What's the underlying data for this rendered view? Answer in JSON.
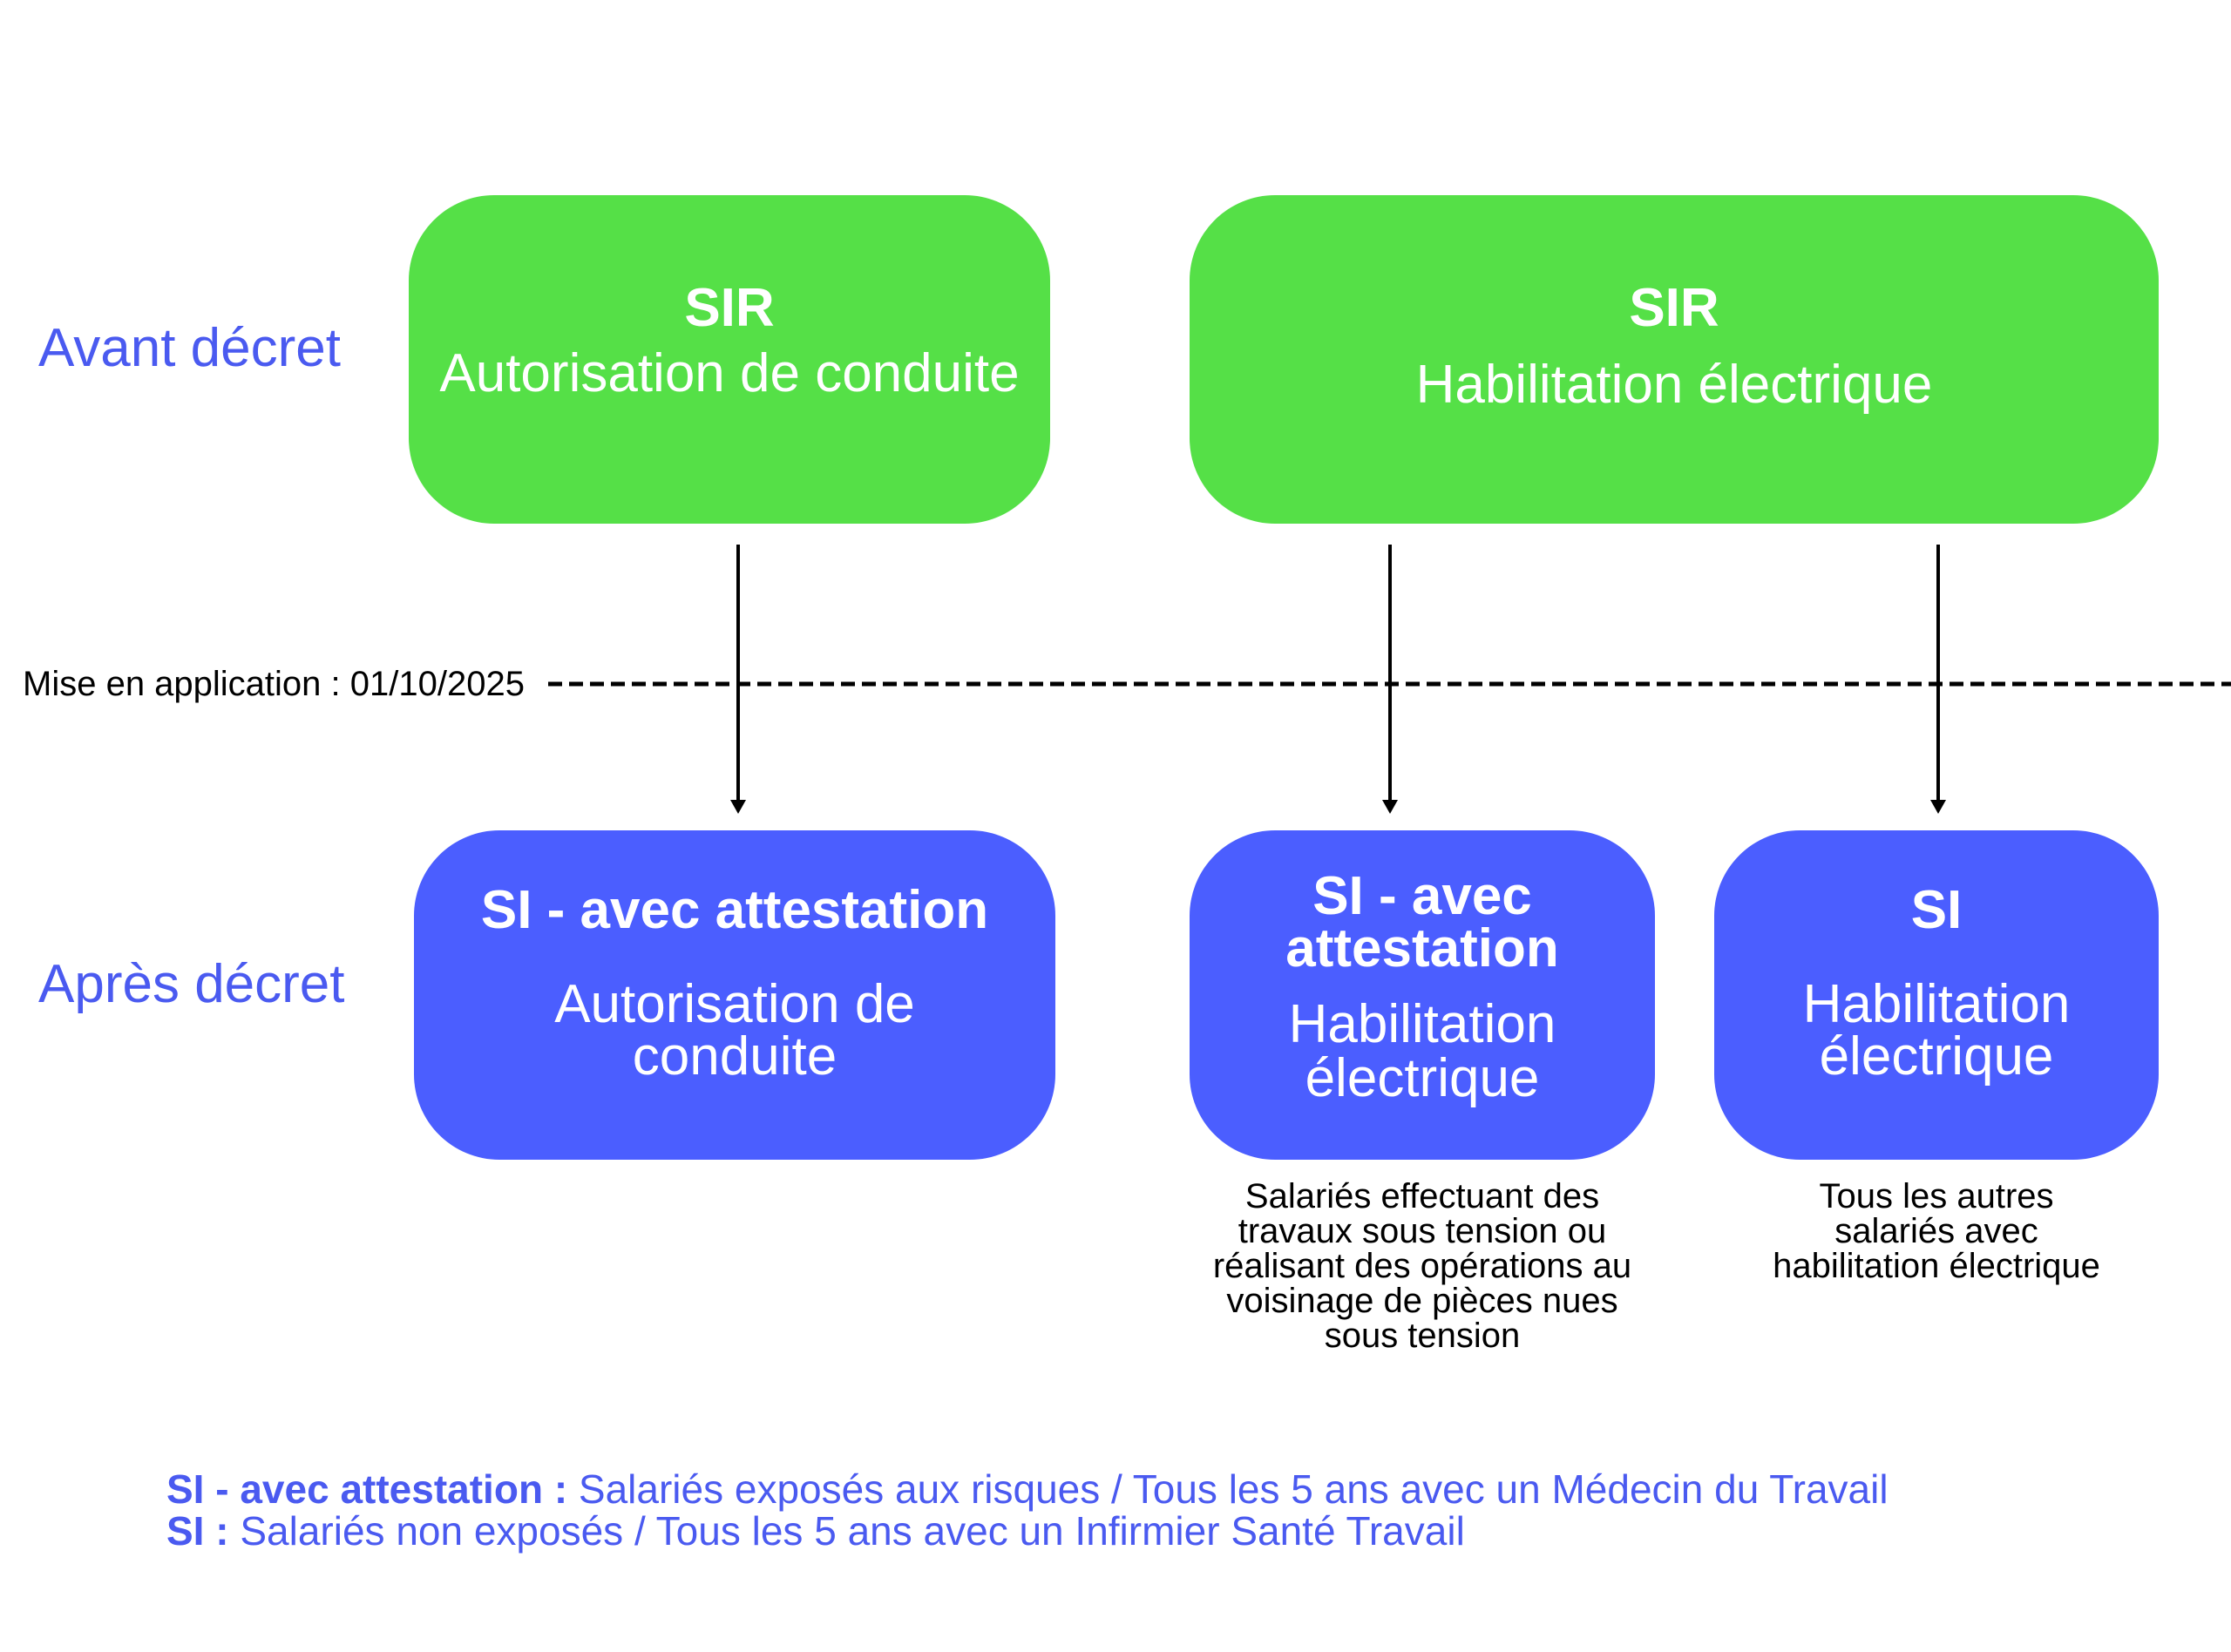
{
  "rows": {
    "before_label": "Avant décret",
    "after_label": "Après décret"
  },
  "timeline": {
    "label": "Mise en application : 01/10/2025"
  },
  "before": [
    {
      "title": "SIR",
      "subtitle": "Autorisation de conduite"
    },
    {
      "title": "SIR",
      "subtitle": "Habilitation électrique"
    }
  ],
  "after": [
    {
      "title_lines": [
        "SI - avec attestation"
      ],
      "body_lines": [
        "Autorisation de",
        "conduite"
      ]
    },
    {
      "title_lines": [
        "SI - avec",
        "attestation"
      ],
      "body_lines": [
        "Habilitation",
        "électrique"
      ],
      "note_lines": [
        "Salariés effectuant des",
        "travaux sous tension ou",
        "réalisant des opérations au",
        "voisinage de pièces nues",
        "sous tension"
      ]
    },
    {
      "title_lines": [
        "SI"
      ],
      "body_lines": [
        "Habilitation",
        "électrique"
      ],
      "note_lines": [
        "Tous les autres",
        "salariés avec",
        "habilitation électrique"
      ]
    }
  ],
  "legend": [
    {
      "term": "SI - avec attestation :",
      "text": "Salariés exposés aux risques / Tous les 5 ans avec un Médecin du Travail"
    },
    {
      "term": "SI :",
      "text": "Salariés non exposés / Tous les 5 ans avec un Infirmier Santé Travail"
    }
  ],
  "colors": {
    "before_box": "#55E047",
    "after_box": "#4B5EFF",
    "label_text": "#4A5AF0",
    "line": "#000000"
  }
}
